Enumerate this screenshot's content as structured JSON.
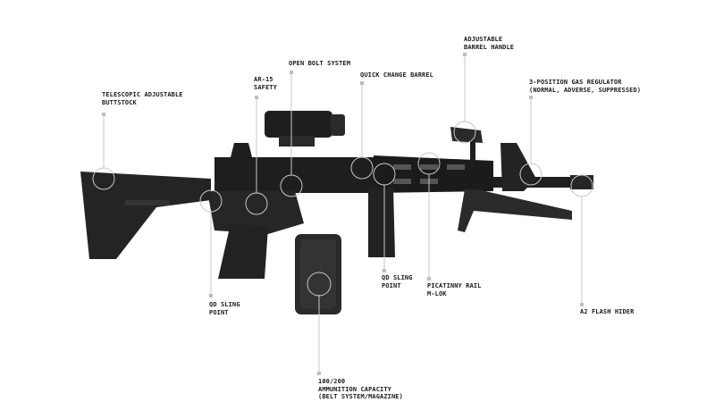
{
  "callouts": [
    {
      "id": "buttstock",
      "lines": [
        "TELESCOPIC ADJUSTABLE",
        "BUTTSTOCK"
      ]
    },
    {
      "id": "safety",
      "lines": [
        "AR-15",
        "SAFETY"
      ]
    },
    {
      "id": "bolt",
      "lines": [
        "OPEN BOLT SYSTEM"
      ]
    },
    {
      "id": "barrel",
      "lines": [
        "QUICK CHANGE BARREL"
      ]
    },
    {
      "id": "handle",
      "lines": [
        "ADJUSTABLE",
        "BARREL HANDLE"
      ]
    },
    {
      "id": "gas",
      "lines": [
        "3-POSITION GAS REGULATOR",
        "(NORMAL, ADVERSE, SUPPRESSED)"
      ]
    },
    {
      "id": "sling-rear",
      "lines": [
        "QD SLING",
        "POINT"
      ]
    },
    {
      "id": "ammo",
      "lines": [
        "100/200",
        "AMMUNITION CAPACITY",
        "(BELT SYSTEM/MAGAZINE)"
      ]
    },
    {
      "id": "sling-front",
      "lines": [
        "QD SLING",
        "POINT"
      ]
    },
    {
      "id": "rail",
      "lines": [
        "PICATINNY RAIL",
        "M-LOK"
      ]
    },
    {
      "id": "flash",
      "lines": [
        "A2 FLASH HIDER"
      ]
    }
  ],
  "colors": {
    "leader": "#c8c8c8",
    "rifle": "#1e1e1e",
    "rifle_mid": "#2e2e2e",
    "label": "#1a1a1a"
  }
}
